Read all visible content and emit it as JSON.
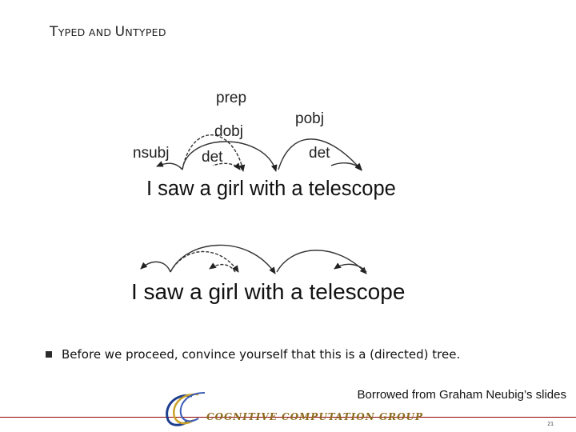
{
  "slide": {
    "title_cap1": "T",
    "title_rest1": "YPED AND ",
    "title_cap2": "U",
    "title_rest2": "NTYPED",
    "bullet_text": "Before we proceed, convince yourself that this is a (directed) tree.",
    "credit": "Borrowed from Graham Neubig’s slides",
    "logo_text": "COGNITIVE COMPUTATION GROUP",
    "page_number": "21"
  },
  "typed_tree": {
    "sentence": "I saw a girl with a telescope",
    "labels": {
      "prep": "prep",
      "dobj": "dobj",
      "pobj": "pobj",
      "nsubj": "nsubj",
      "det1": "det",
      "det2": "det"
    }
  },
  "untyped_tree": {
    "sentence": "I saw a girl with a telescope"
  },
  "colors": {
    "text": "#111111",
    "arc": "#333333",
    "footer_line": "#8b0000",
    "logo_gold": "#8c6a1e",
    "logo_blue": "#1d3d8f"
  }
}
